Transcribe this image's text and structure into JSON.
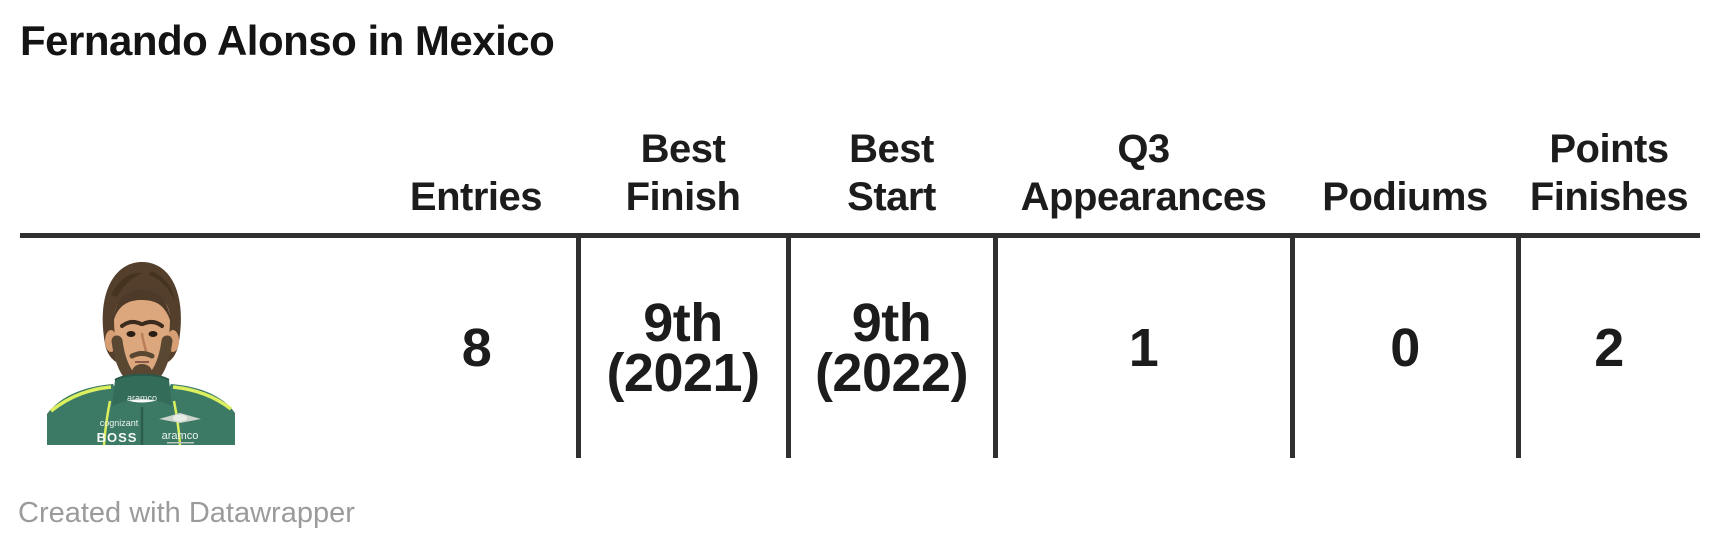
{
  "title": "Fernando Alonso in Mexico",
  "table": {
    "columns": [
      {
        "label": "Entries",
        "value": "8"
      },
      {
        "label": "Best\nFinish",
        "value": "9th\n(2021)"
      },
      {
        "label": "Best\nStart",
        "value": "9th\n(2022)"
      },
      {
        "label": "Q3\nAppearances",
        "value": "1"
      },
      {
        "label": "Podiums",
        "value": "0"
      },
      {
        "label": "Points\nFinishes",
        "value": "2"
      }
    ]
  },
  "driver": {
    "name": "Fernando Alonso",
    "photo_alt": "Fernando Alonso portrait in green Aston Martin race suit",
    "suit_brands": {
      "collar": "aramco",
      "left_upper": "cognizant",
      "left_lower": "BOSS",
      "right_lower": "aramco"
    }
  },
  "footer": {
    "credit": "Created with Datawrapper"
  },
  "colors": {
    "text": "#1c1c1c",
    "rule": "#303030",
    "footer_text": "#9b9b9b",
    "suit_green": "#3c7a66",
    "suit_trim": "#dcef5e"
  },
  "chart_data": {
    "type": "table",
    "title": "Fernando Alonso in Mexico",
    "columns": [
      "Entries",
      "Best Finish",
      "Best Start",
      "Q3 Appearances",
      "Podiums",
      "Points Finishes"
    ],
    "rows": [
      {
        "driver": "Fernando Alonso",
        "entries": 8,
        "best_finish": "9th (2021)",
        "best_start": "9th (2022)",
        "q3_appearances": 1,
        "podiums": 0,
        "points_finishes": 2
      }
    ],
    "footer": "Created with Datawrapper"
  }
}
